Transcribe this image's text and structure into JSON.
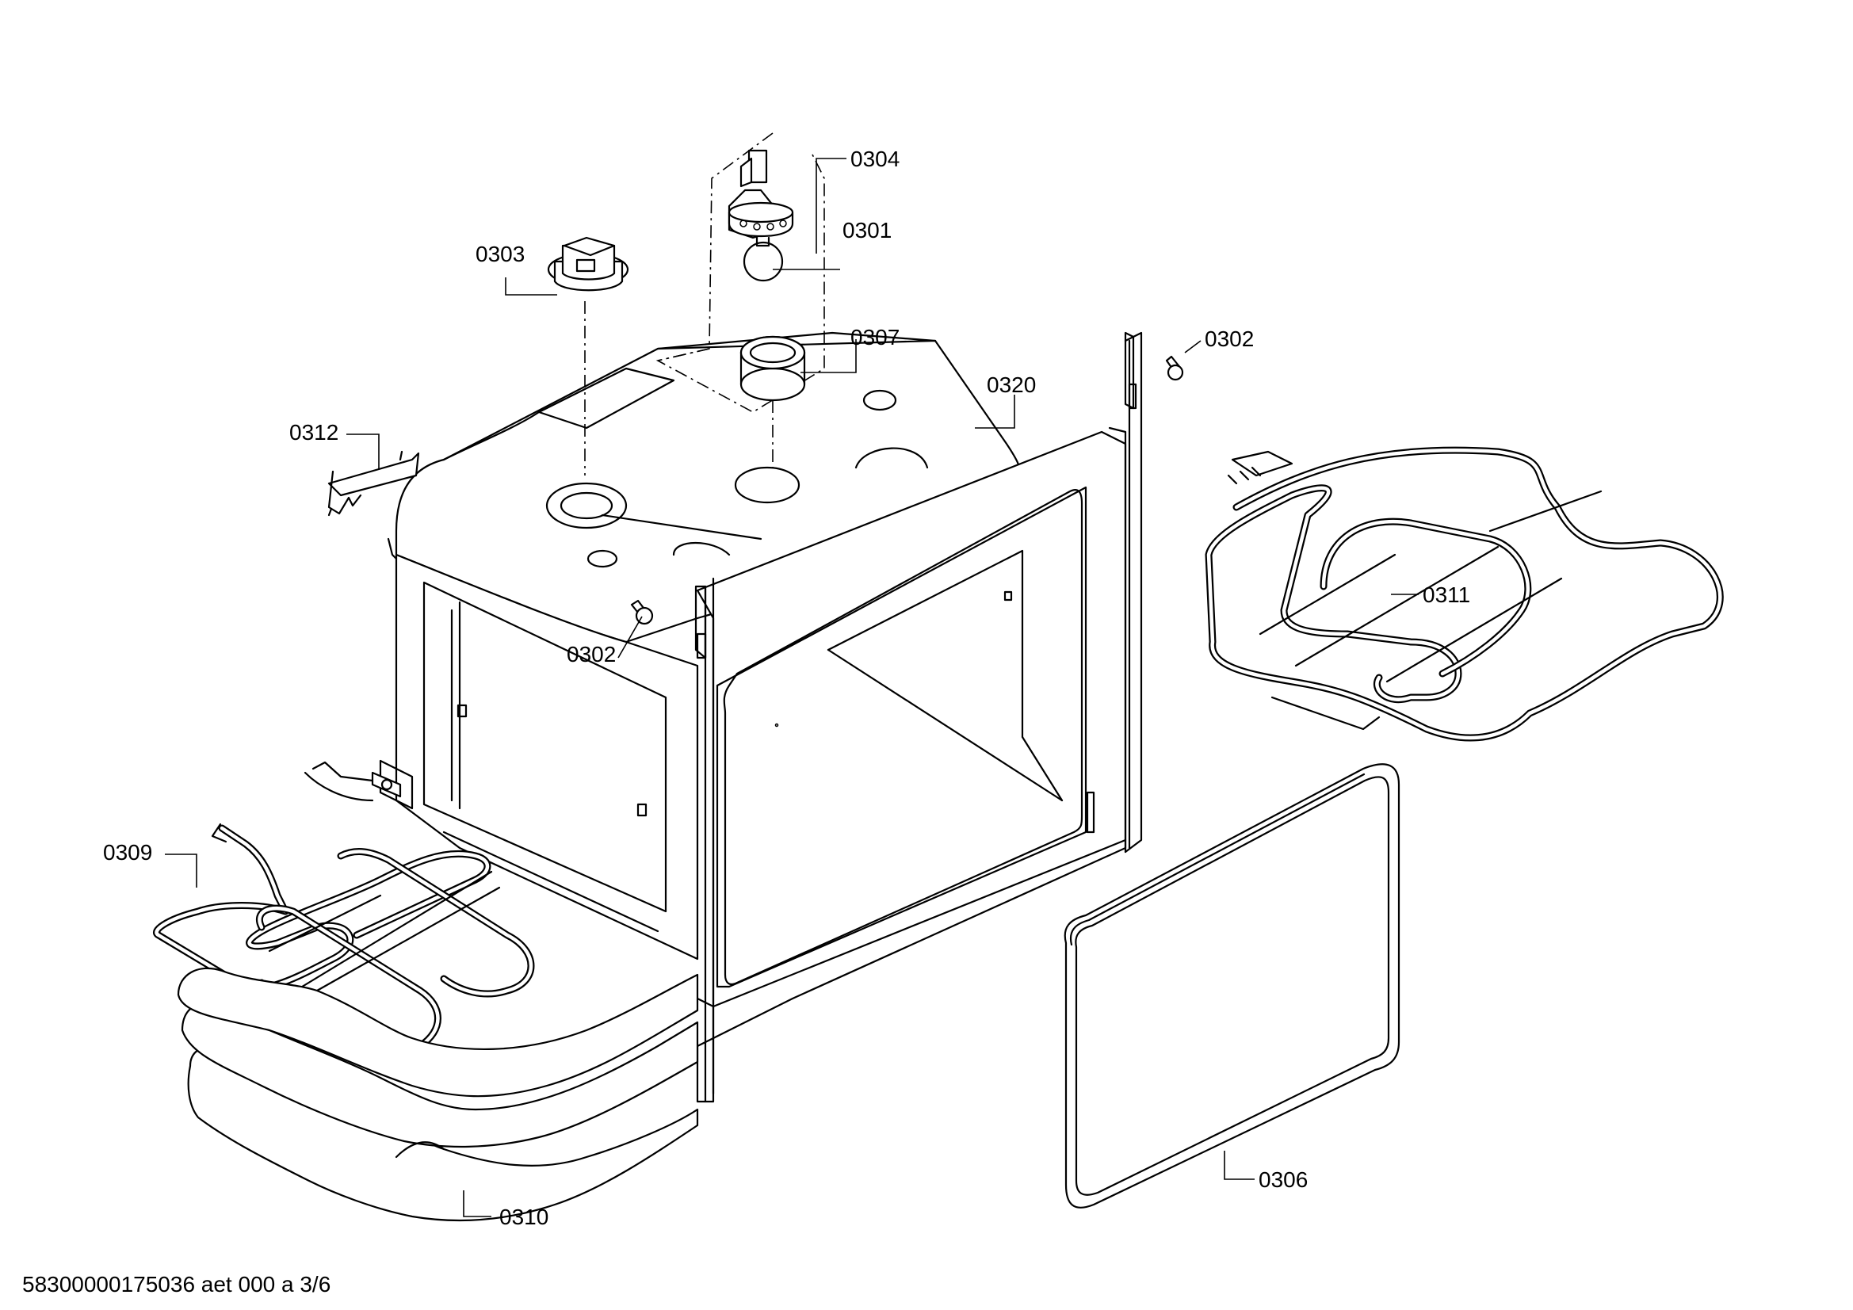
{
  "callouts": {
    "c0304": "0304",
    "c0301": "0301",
    "c0303": "0303",
    "c0307": "0307",
    "c0302_top": "0302",
    "c0320": "0320",
    "c0312": "0312",
    "c0311": "0311",
    "c0302_mid": "0302",
    "c0309": "0309",
    "c0306": "0306",
    "c0310": "0310"
  },
  "footer": {
    "doc_id": "58300000175036 aet 000 a 3/6"
  }
}
